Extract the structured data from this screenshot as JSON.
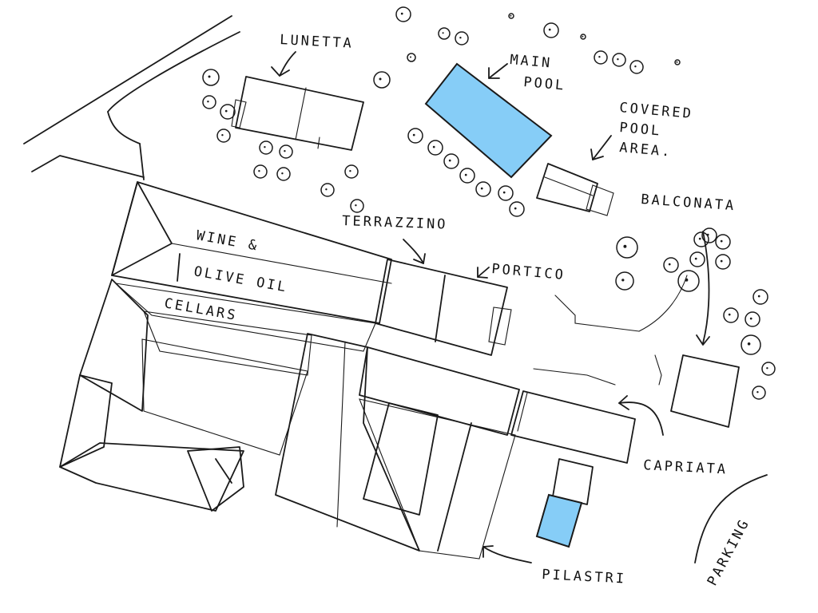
{
  "colors": {
    "ink": "#1a1a1a",
    "hatch": "#9a9a9a",
    "water": "#86CDF7",
    "paper": "#ffffff"
  },
  "labels": {
    "lunetta": "LUNETTA",
    "main_pool_line1": "MAIN",
    "main_pool_line2": "POOL",
    "covered_pool_line1": "COVERED",
    "covered_pool_line2": "POOL",
    "covered_pool_line3": "AREA.",
    "balconata": "BALCONATA",
    "terrazzino": "TERRAZZINO",
    "portico": "PORTICO",
    "cellars_line1": "WINE &",
    "cellars_line2": "OLIVE OIL",
    "cellars_line3": "CELLARS",
    "capriata": "CAPRIATA",
    "pilastri": "PILASTRI",
    "parking": "PARKING"
  },
  "icons": {
    "tree": "tree-canopy-icon",
    "arrow": "leader-arrow-icon"
  }
}
